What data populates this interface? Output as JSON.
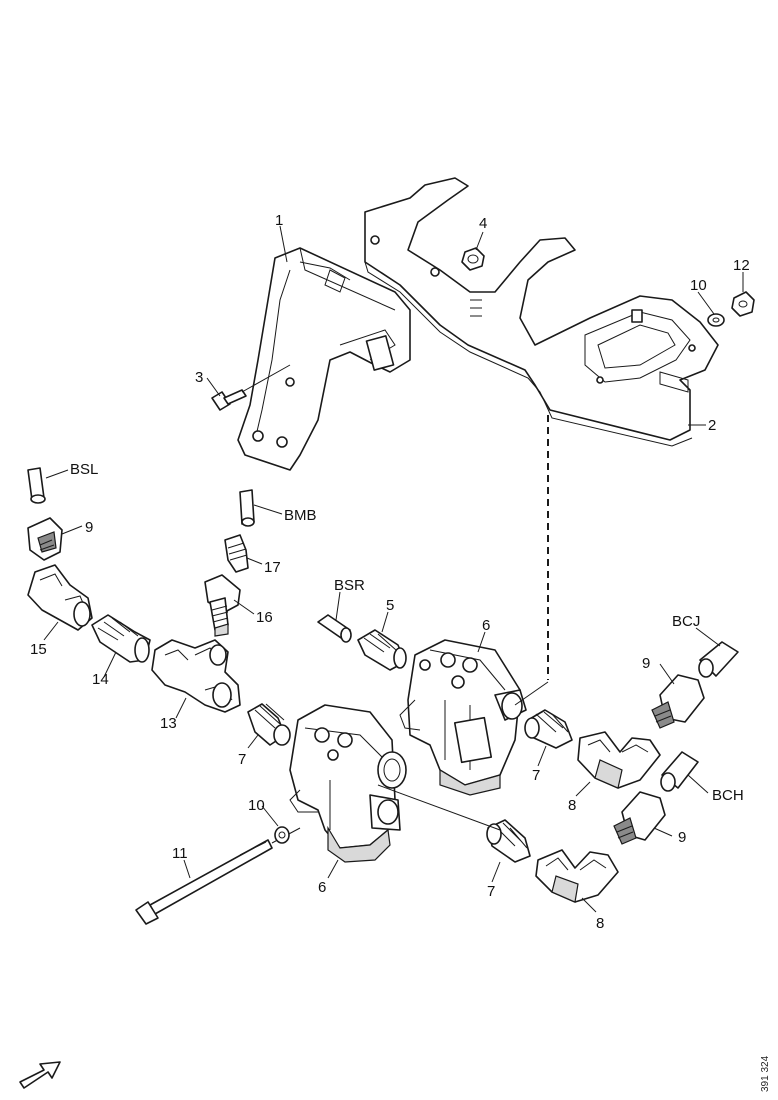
{
  "diagram": {
    "document_id": "391 324",
    "callouts": {
      "c1": "1",
      "c2": "2",
      "c3": "3",
      "c4": "4",
      "c5": "5",
      "c6a": "6",
      "c6b": "6",
      "c7a": "7",
      "c7b": "7",
      "c7c": "7",
      "c8a": "8",
      "c8b": "8",
      "c9a": "9",
      "c9b": "9",
      "c9c": "9",
      "c10a": "10",
      "c10b": "10",
      "c11": "11",
      "c12": "12",
      "c13": "13",
      "c14": "14",
      "c15": "15",
      "c16": "16",
      "c17": "17"
    },
    "line_codes": {
      "bsl": "BSL",
      "bmb": "BMB",
      "bsr": "BSR",
      "bcj": "BCJ",
      "bch": "BCH"
    }
  }
}
